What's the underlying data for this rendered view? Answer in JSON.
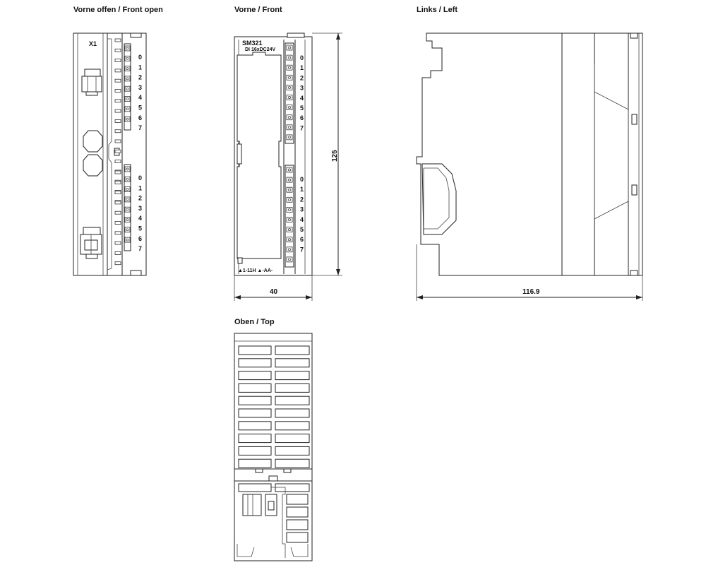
{
  "views": {
    "front_open_title": "Vorne offen / Front open",
    "front_title": "Vorne / Front",
    "left_title": "Links / Left",
    "top_title": "Oben / Top"
  },
  "front_open": {
    "connector_label": "X1"
  },
  "terminal_numbers": [
    "0",
    "1",
    "2",
    "3",
    "4",
    "5",
    "6",
    "7"
  ],
  "module": {
    "name": "SM321",
    "spec": "DI 16xDC24V",
    "bottom_marks": "▲1-11H ▲-AA-"
  },
  "dimensions": {
    "height": "125",
    "width": "40",
    "depth": "116.9"
  }
}
